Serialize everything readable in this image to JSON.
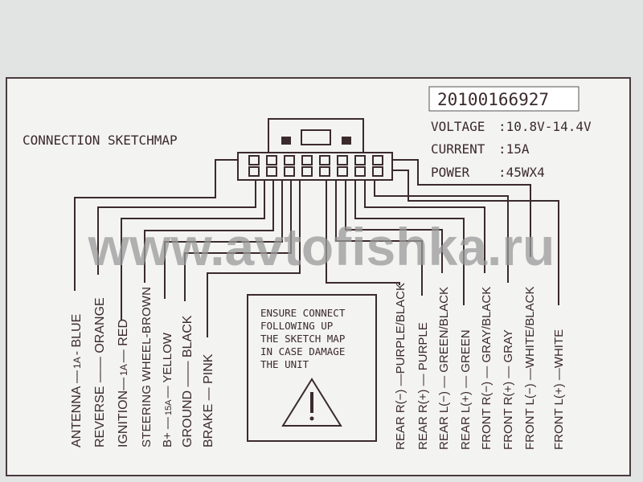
{
  "label": {
    "serial": "20100166927",
    "title": "CONNECTION SKETCHMAP",
    "specs": [
      {
        "name": "VOLTAGE",
        "value": ":10.8V-14.4V"
      },
      {
        "name": "CURRENT",
        "value": ":15A"
      },
      {
        "name": "POWER",
        "value": ":45WX4"
      }
    ],
    "left_wires": [
      {
        "name": "ANTENNA —",
        "fuse": "1A",
        "color": "- BLUE"
      },
      {
        "name": "REVERSE ——",
        "fuse": "",
        "color": " ORANGE"
      },
      {
        "name": "IGNITION—",
        "fuse": "1A",
        "color": "— RED"
      },
      {
        "name": "STEERING WHEEL-BROWN",
        "fuse": "",
        "color": ""
      },
      {
        "name": "B+ —",
        "fuse": "15A",
        "color": "— YELLOW"
      },
      {
        "name": "GROUND ——",
        "fuse": "",
        "color": " BLACK"
      },
      {
        "name": "BRAKE — PINK",
        "fuse": "",
        "color": ""
      }
    ],
    "right_wires": [
      "REAR R(−) —PURPLE/BLACK",
      "REAR R(+) — PURPLE",
      "REAR L(−) — GREEN/BLACK",
      "REAR L(+) — GREEN",
      "FRONT R(−) — GRAY/BLACK",
      "FRONT R(+) — GRAY",
      "FRONT L(−) —WHITE/BLACK",
      "FRONT L(+) —WHITE"
    ],
    "warning": [
      "ENSURE CONNECT",
      "FOLLOWING UP",
      "THE SKETCH MAP",
      "IN CASE DAMAGE",
      "THE UNIT"
    ],
    "warning_icon": "exclamation-triangle-icon",
    "watermark": "www.avtofishka.ru"
  }
}
